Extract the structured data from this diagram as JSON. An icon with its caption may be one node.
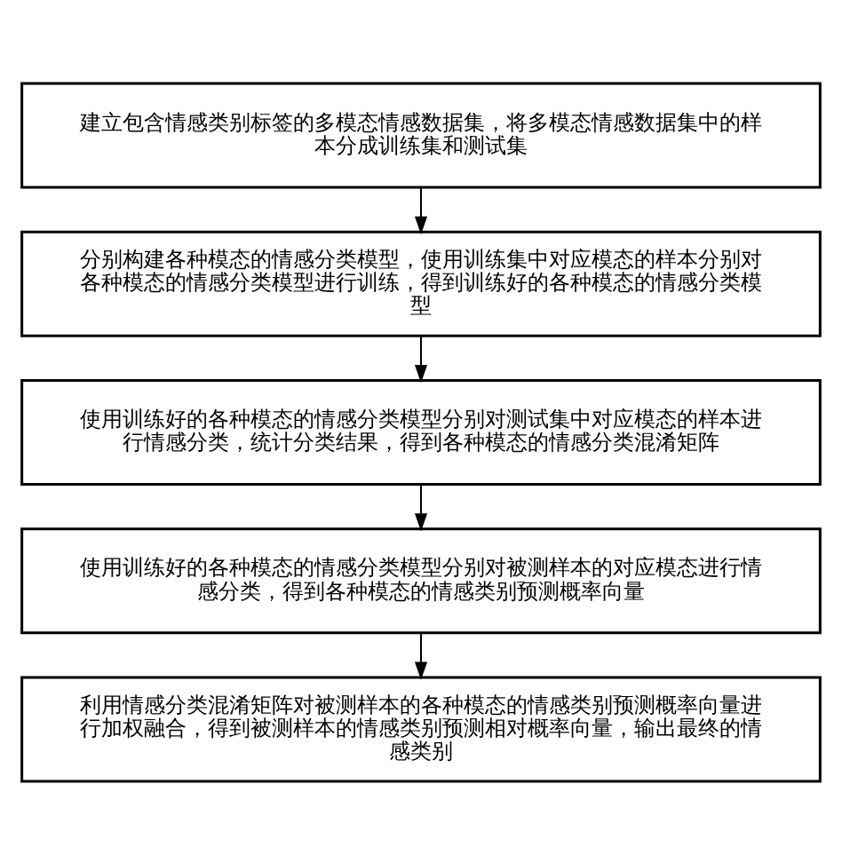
{
  "diagram": {
    "nodes": [
      {
        "text": [
          "建立包含情感类别标签的多模态情感数据集，将多模态情感数据集中的样本分成训练集和测试集"
        ]
      },
      {
        "text": [
          "分别构建各种模态的情感分类模型，使用训练集中对应模态的样本分别对各种模态的情感分类模型进行训练，得到训练好的各种模态的情感分类模型"
        ]
      },
      {
        "text": [
          "使用训练好的各种模态的情感分类模型分别对测试集中对应模态的样本进行情感分类，统计分类结果，得到各种模态的情感分类混淆矩阵"
        ]
      },
      {
        "text": [
          "使用训练好的各种模态的情感分类模型分别对被测样本的对应模态进行情感分类，得到各种模态的情感类别预测概率向量"
        ]
      },
      {
        "text": [
          "利用情感分类混淆矩阵对被测样本的各种模态的情感类别预测概率向量进行加权融合，得到被测样本的情感类别预测相对概率向量，输出最终的情感类别"
        ]
      }
    ],
    "edges": [
      {
        "from": 0,
        "to": 1,
        "arrow": "to"
      },
      {
        "from": 1,
        "to": 2,
        "arrow": "to"
      },
      {
        "from": 2,
        "to": 3,
        "arrow": "to"
      },
      {
        "from": 3,
        "to": 4,
        "arrow": "to"
      }
    ]
  }
}
